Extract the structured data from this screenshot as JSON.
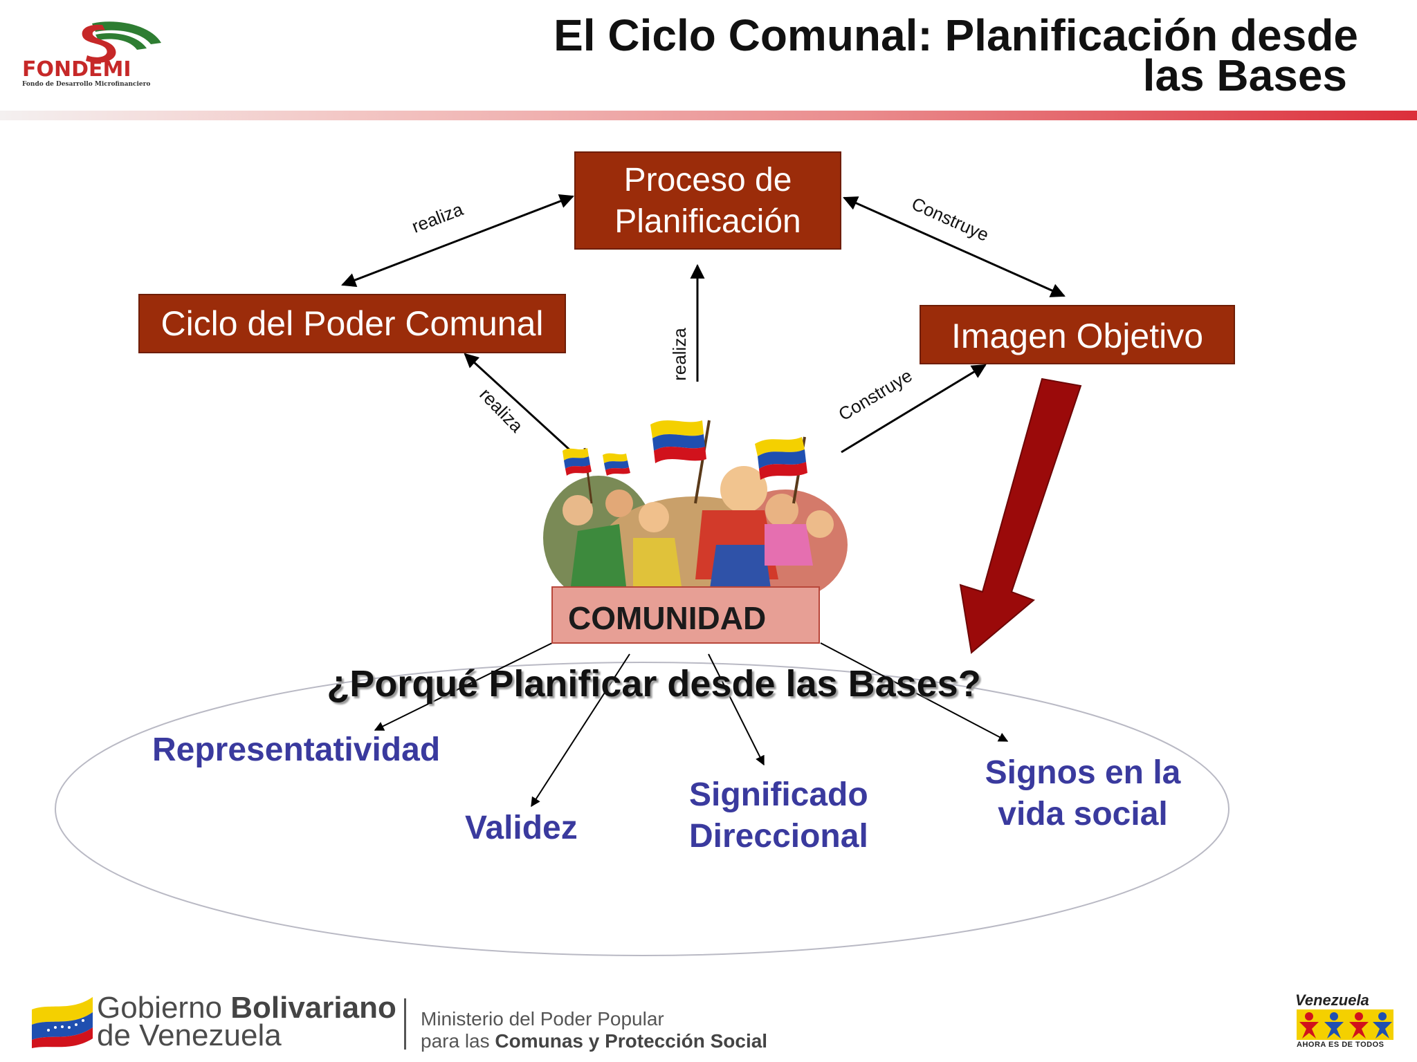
{
  "header": {
    "logo_name": "FONDEMI",
    "logo_subtitle": "Fondo de Desarrollo Microfinanciero",
    "title_line1": "El Ciclo Comunal: Planificación desde",
    "title_line2": "las Bases",
    "band_color": "#dc2f3b"
  },
  "diagram": {
    "nodes": {
      "proceso_line1": "Proceso de",
      "proceso_line2": "Planificación",
      "ciclo": "Ciclo del Poder Comunal",
      "imagen": "Imagen Objetivo",
      "comunidad": "COMUNIDAD"
    },
    "edge_labels": {
      "ciclo_proceso": "realiza",
      "proceso_imagen": "Construye",
      "comunidad_proceso": "realiza",
      "comunidad_ciclo": "realiza",
      "comunidad_imagen": "Construye"
    },
    "illustration": "crowd-with-venezuelan-flags",
    "colors": {
      "box": "#9b2c0a",
      "comunidad_box": "#e79f95",
      "big_arrow": "#9b0a0a",
      "items": "#3a3a9e"
    }
  },
  "question": "¿Porqué Planificar desde las Bases?",
  "items": {
    "representatividad": "Representatividad",
    "validez": "Validez",
    "significado_line1": "Significado",
    "significado_line2": "Direccional",
    "signos_line1": "Signos en la",
    "signos_line2": "vida social"
  },
  "footer": {
    "gob_line1_a": "Gobierno ",
    "gob_line1_b": "Bolivariano",
    "gob_line2": "de Venezuela",
    "min_line1": "Ministerio del Poder Popular",
    "min_line2_a": "para las ",
    "min_line2_b": "Comunas y Protección Social",
    "vzla_title": "Venezuela",
    "vzla_slogan": "AHORA ES DE TODOS"
  }
}
